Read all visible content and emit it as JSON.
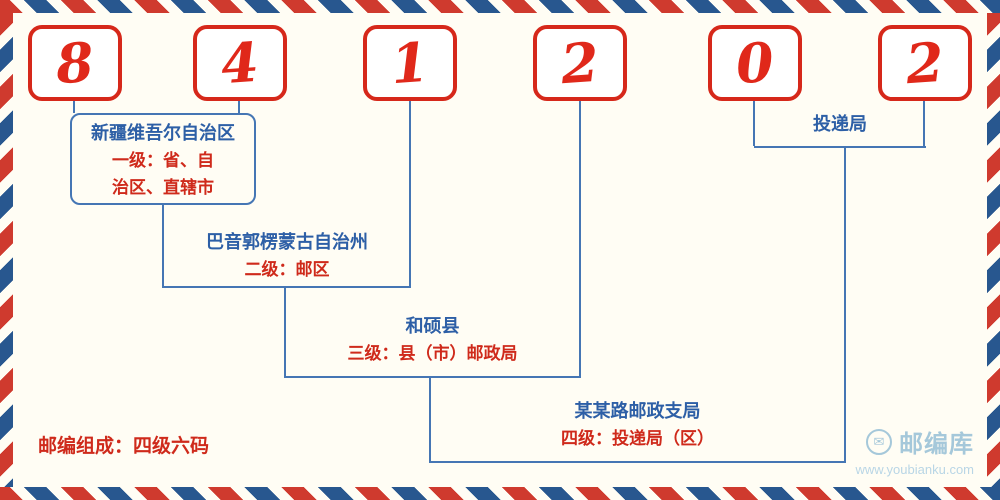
{
  "postal_code": {
    "digits": [
      "8",
      "4",
      "1",
      "2",
      "0",
      "2"
    ]
  },
  "levels": {
    "level1": {
      "region": "新疆维吾尔自治区",
      "desc_line1": "一级：省、自",
      "desc_line2": "治区、直辖市"
    },
    "level2": {
      "region": "巴音郭楞蒙古自治州",
      "desc": "二级：邮区"
    },
    "level3": {
      "region": "和硕县",
      "desc": "三级：县（市）邮政局"
    },
    "level4": {
      "region": "某某路邮政支局",
      "desc": "四级：投递局（区）"
    },
    "delivery": {
      "label": "投递局"
    }
  },
  "footer": {
    "composition_note": "邮编组成：四级六码"
  },
  "watermark": {
    "brand": "邮编库",
    "url": "www.youbianku.com",
    "envelope_icon": "✉"
  },
  "colors": {
    "digit_red": "#e0281a",
    "digit_box_border": "#d6281a",
    "label_red": "#cf2a1b",
    "label_blue": "#2d5fa6",
    "line_blue": "#4576b4",
    "border_stripe_red": "#cf3a2e",
    "border_stripe_blue": "#28578f",
    "background": "#fffdf4",
    "watermark_blue": "#a5c8da"
  }
}
